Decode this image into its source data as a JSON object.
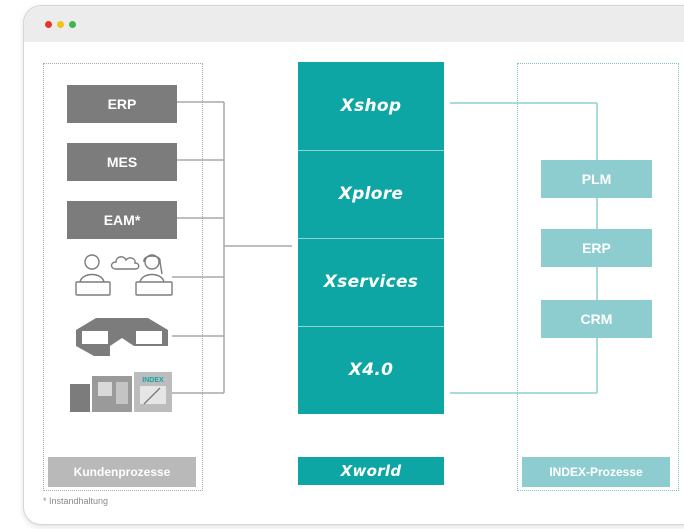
{
  "left_boxes": [
    "ERP",
    "MES",
    "EAM*"
  ],
  "center_modules": [
    "Xshop",
    "Xplore",
    "Xservices",
    "X4.0"
  ],
  "xworld": "Xworld",
  "right_boxes": [
    "PLM",
    "ERP",
    "CRM"
  ],
  "left_region_label": "Kundenprozesse",
  "right_region_label": "INDEX-Prozesse",
  "footnote": "* Instandhaltung",
  "icons": [
    "people-laptop-icon",
    "cloud-icon",
    "vr-glasses-icon",
    "machine-icon"
  ],
  "colors": {
    "teal": "#0da6a5",
    "light_teal": "#8ecdcf",
    "gray_box": "#7c7c7c",
    "light_gray_label": "#b9b9b9",
    "window_bar": "#ececec",
    "traffic_red": "#e7322d",
    "traffic_yellow": "#f2c418",
    "traffic_green": "#3fb54a"
  }
}
